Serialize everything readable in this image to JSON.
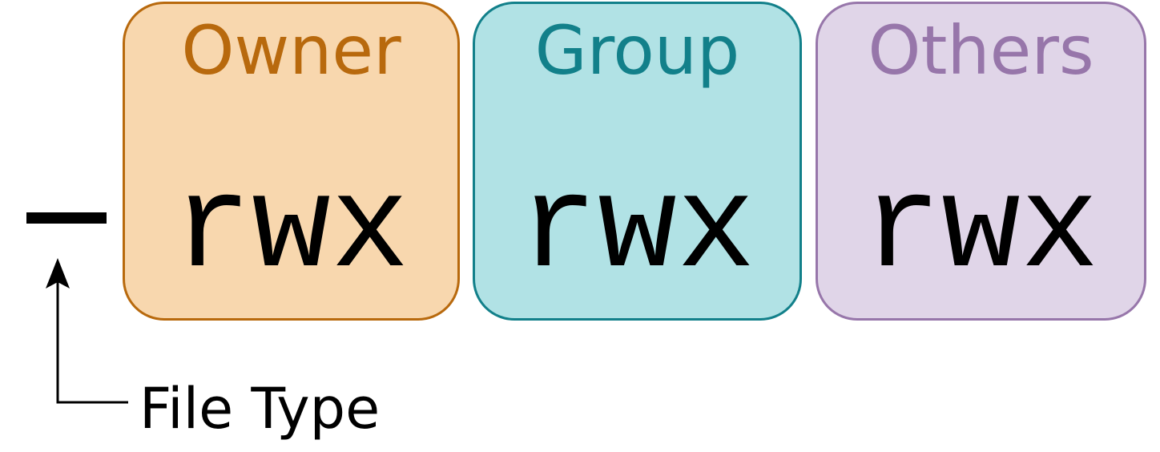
{
  "file_type": {
    "symbol": "-",
    "label": "File Type"
  },
  "groups": [
    {
      "title": "Owner",
      "perms": "rwx",
      "fill": "#f8d7ae",
      "border": "#b8690d",
      "text_color": "#b8690d"
    },
    {
      "title": "Group",
      "perms": "rwx",
      "fill": "#b1e2e5",
      "border": "#12808a",
      "text_color": "#12808a"
    },
    {
      "title": "Others",
      "perms": "rwx",
      "fill": "#e0d5e8",
      "border": "#9776aa",
      "text_color": "#9776aa"
    }
  ]
}
